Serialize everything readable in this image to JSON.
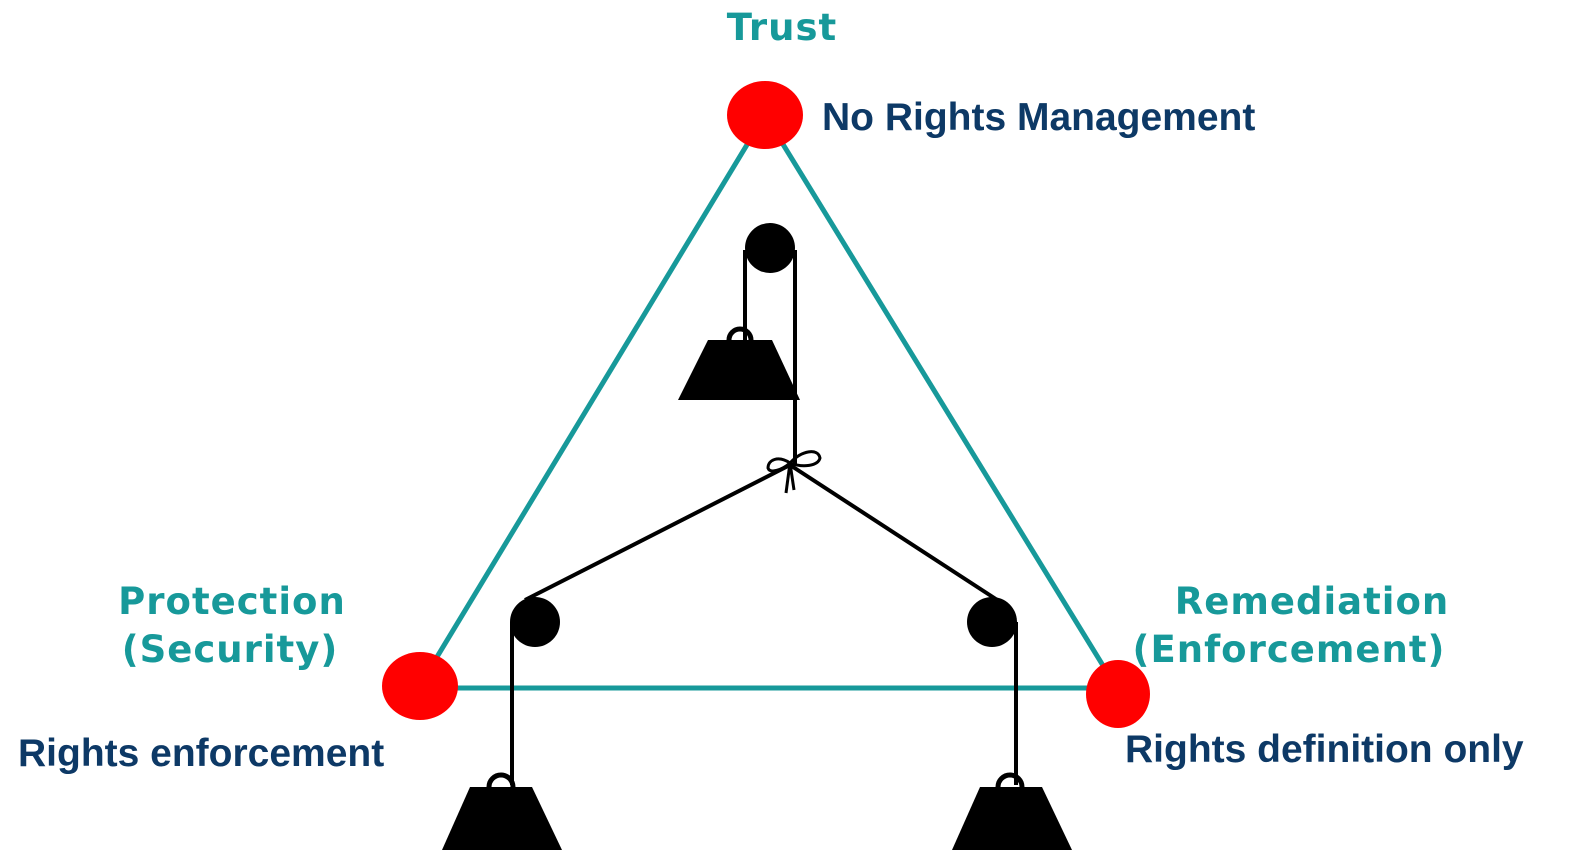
{
  "colors": {
    "triangle": "#17999a",
    "vertex": "#ff0000",
    "corner_label": "#17999a",
    "state_label": "#0d3966",
    "mechanism": "#000000"
  },
  "corners": {
    "top": "Trust",
    "left_line1": "Protection",
    "left_line2": "(Security)",
    "right_line1": "Remediation",
    "right_line2": "(Enforcement)"
  },
  "states": {
    "top": "No Rights Management",
    "left": "Rights enforcement",
    "right": "Rights definition only"
  },
  "icons": [
    "pulley-icon",
    "weight-icon",
    "knot-icon"
  ]
}
